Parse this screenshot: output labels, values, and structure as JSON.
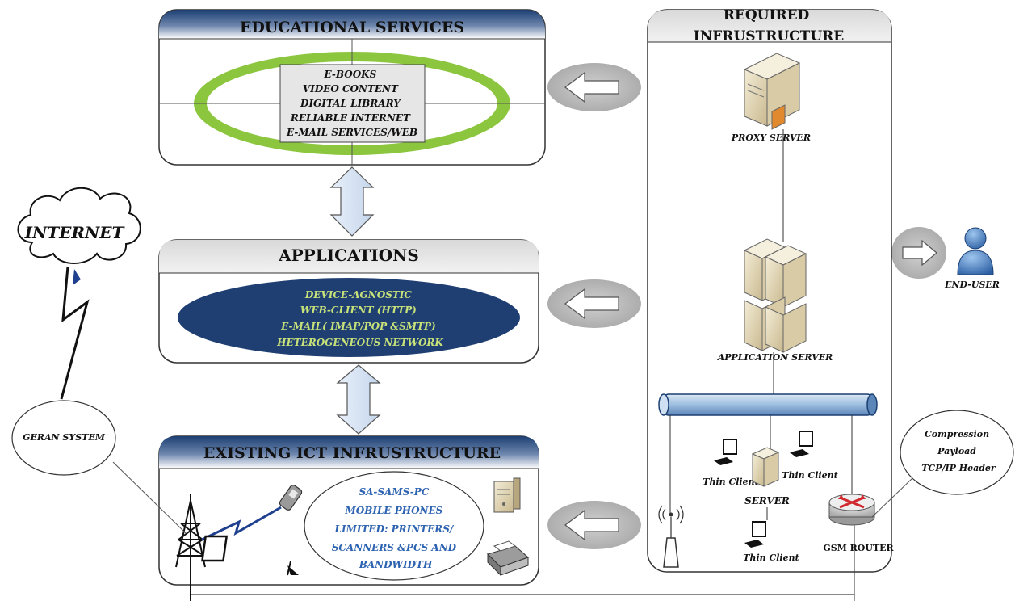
{
  "educational": {
    "title": "EDUCATIONAL SERVICES",
    "items": [
      "E-BOOKS",
      "VIDEO CONTENT",
      "DIGITAL LIBRARY",
      "RELIABLE INTERNET",
      "E-MAIL SERVICES/WEB"
    ]
  },
  "applications": {
    "title": "APPLICATIONS",
    "items": [
      "DEVICE-AGNOSTIC",
      "WEB-CLIENT (HTTP)",
      "E-MAIL( IMAP/POP &SMTP)",
      "HETEROGENEOUS NETWORK"
    ]
  },
  "existing": {
    "title": "EXISTING ICT INFRUSTRUCTURE",
    "items": [
      "SA-SAMS-PC",
      "MOBILE PHONES",
      "LIMITED: PRINTERS/",
      "SCANNERS &PCS AND",
      "BANDWIDTH"
    ]
  },
  "required": {
    "title_line1": "REQUIRED",
    "title_line2": "INFRUSTRUCTURE",
    "proxy_server": "PROXY SERVER",
    "application_server": "APPLICATION SERVER",
    "server": "SERVER",
    "thin_client_1": "Thin Client",
    "thin_client_2": "Thin Client",
    "thin_client_3": "Thin Client",
    "gsm_router": "GSM ROUTER"
  },
  "left": {
    "internet": "INTERNET",
    "geran": "GERAN SYSTEM"
  },
  "end_user": "END-USER",
  "compression": [
    "Compression",
    "Payload",
    "TCP/IP Header"
  ],
  "colors": {
    "header_dark": "#1c3f73",
    "green_ring": "#8cc63f",
    "oval_blue": "#1f3f73",
    "oval_text": "#c8e27a",
    "existing_text": "#2d63b0",
    "pipe": "#a9c7e4",
    "arrow_gray": "#b3b3b3"
  }
}
